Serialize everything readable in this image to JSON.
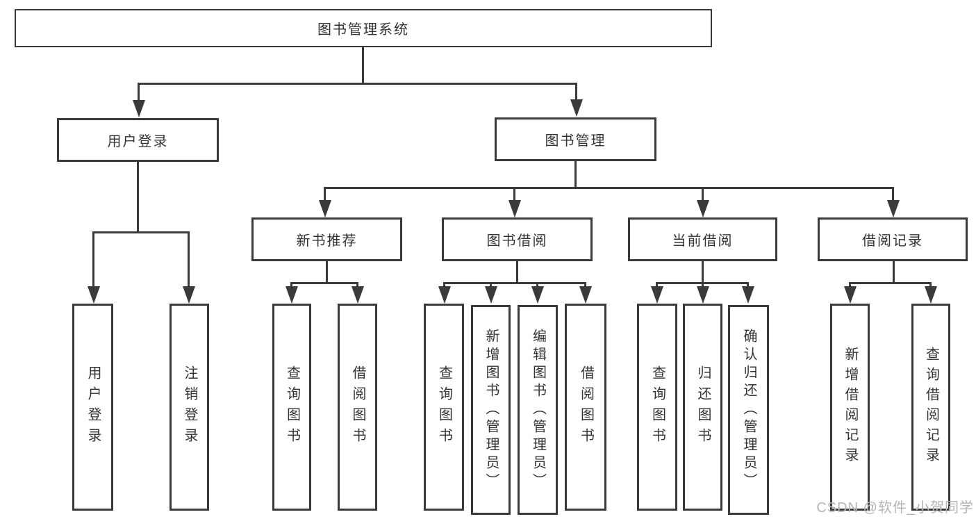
{
  "diagram": {
    "title": "图书管理系统",
    "line_color": "#3a3a3a",
    "text_color": "#333333",
    "level2": [
      {
        "label": "用户登录"
      },
      {
        "label": "图书管理"
      }
    ],
    "level3": [
      {
        "label": "新书推荐"
      },
      {
        "label": "图书借阅"
      },
      {
        "label": "当前借阅"
      },
      {
        "label": "借阅记录"
      }
    ],
    "leaves": [
      {
        "label": "用户登录"
      },
      {
        "label": "注销登录"
      },
      {
        "label": "查询图书"
      },
      {
        "label": "借阅图书"
      },
      {
        "label": "查询图书"
      },
      {
        "label": "新增图书（管理员）"
      },
      {
        "label": "编辑图书（管理员）"
      },
      {
        "label": "借阅图书"
      },
      {
        "label": "查询图书"
      },
      {
        "label": "归还图书"
      },
      {
        "label": "确认归还（管理员）"
      },
      {
        "label": "新增借阅记录"
      },
      {
        "label": "查询借阅记录"
      }
    ]
  },
  "watermark": {
    "text": "CSDN @软件_小贺同学",
    "color": "#b5b5b5"
  }
}
